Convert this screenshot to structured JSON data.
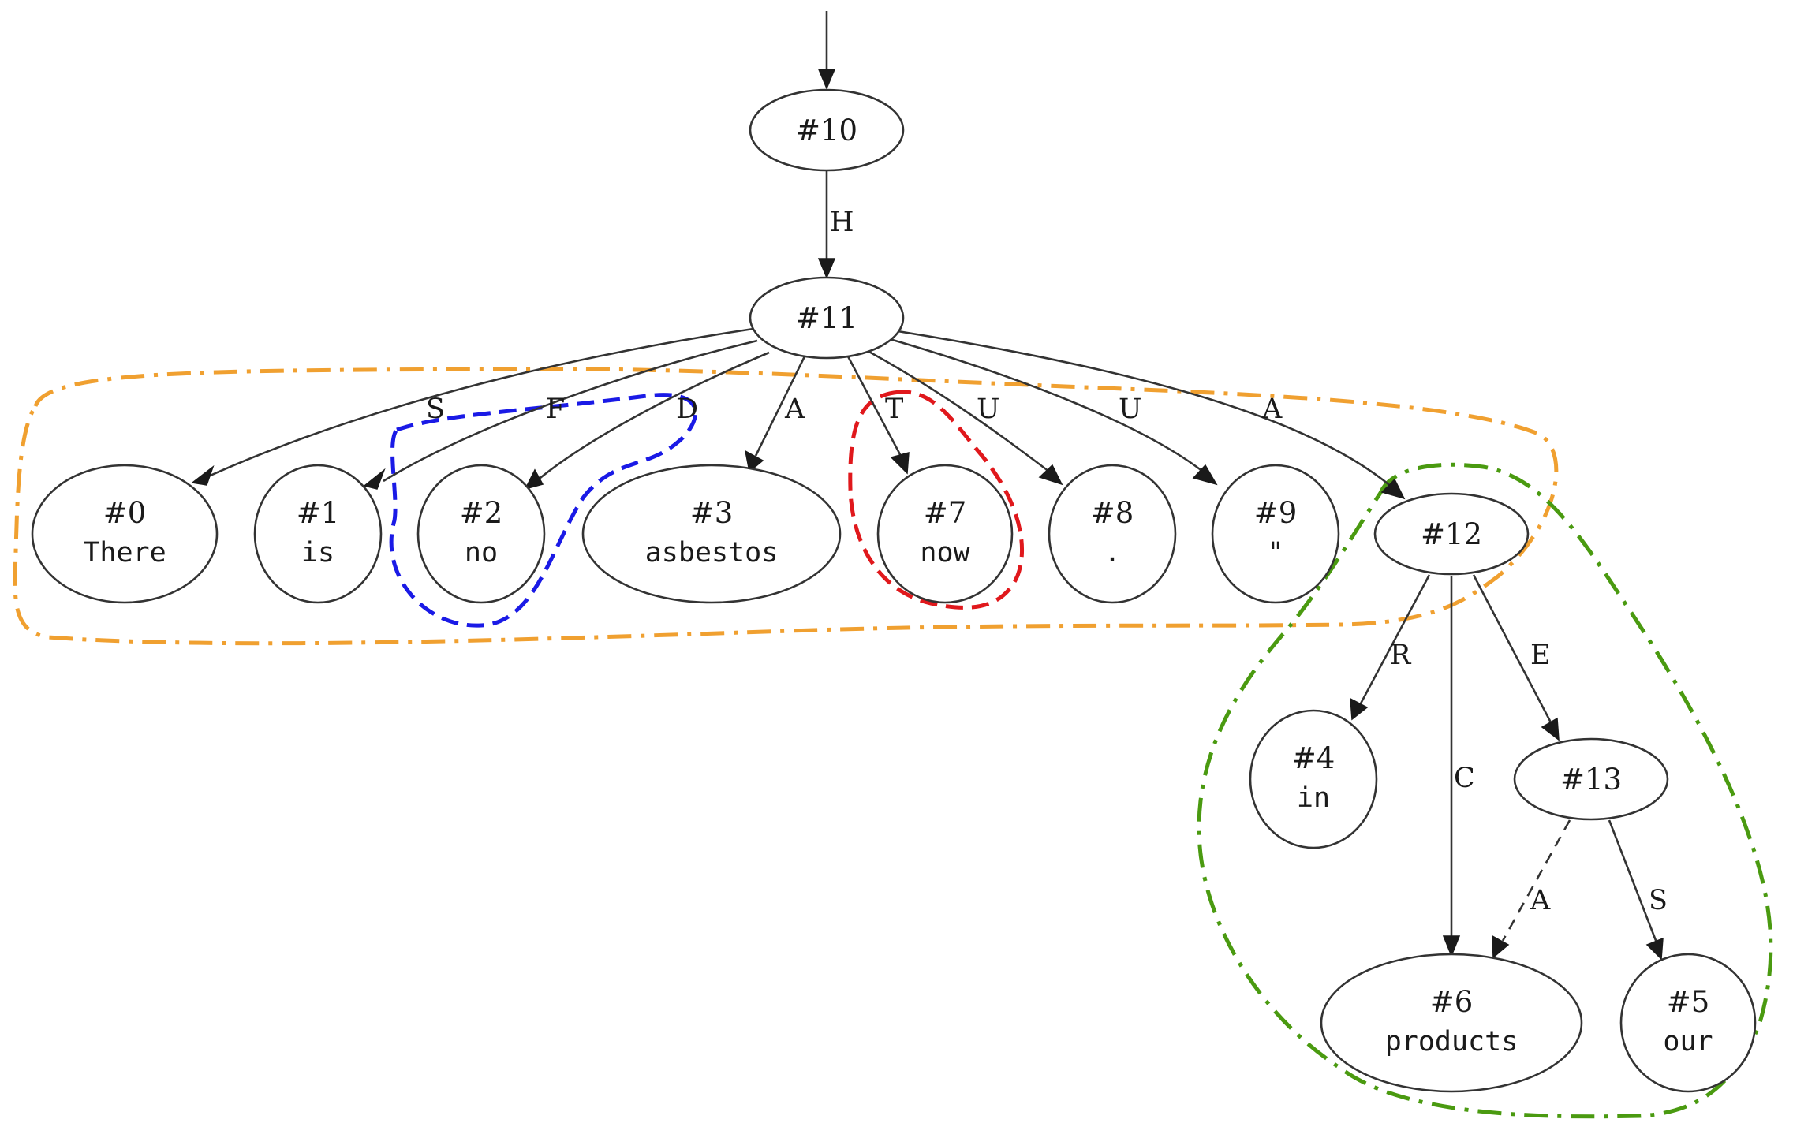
{
  "colors": {
    "node_stroke": "#333333",
    "hull_orange": "#f0a030",
    "hull_blue": "#1a1ae6",
    "hull_red": "#e0181c",
    "hull_green": "#4a9a10"
  },
  "nodes": [
    {
      "key": "n10",
      "id": "#10",
      "word": ""
    },
    {
      "key": "n11",
      "id": "#11",
      "word": ""
    },
    {
      "key": "n0",
      "id": "#0",
      "word": "There"
    },
    {
      "key": "n1",
      "id": "#1",
      "word": "is"
    },
    {
      "key": "n2",
      "id": "#2",
      "word": "no"
    },
    {
      "key": "n3",
      "id": "#3",
      "word": "asbestos"
    },
    {
      "key": "n7",
      "id": "#7",
      "word": "now"
    },
    {
      "key": "n8",
      "id": "#8",
      "word": "."
    },
    {
      "key": "n9",
      "id": "#9",
      "word": "\""
    },
    {
      "key": "n12",
      "id": "#12",
      "word": ""
    },
    {
      "key": "n4",
      "id": "#4",
      "word": "in"
    },
    {
      "key": "n13",
      "id": "#13",
      "word": ""
    },
    {
      "key": "n6",
      "id": "#6",
      "word": "products"
    },
    {
      "key": "n5",
      "id": "#5",
      "word": "our"
    }
  ],
  "edges": [
    {
      "key": "e-root-10",
      "from": "root",
      "to": "#10",
      "label": "",
      "style": "solid"
    },
    {
      "key": "e-10-11",
      "from": "#10",
      "to": "#11",
      "label": "H",
      "style": "solid"
    },
    {
      "key": "e-11-0",
      "from": "#11",
      "to": "#0",
      "label": "S",
      "style": "solid"
    },
    {
      "key": "e-11-1",
      "from": "#11",
      "to": "#1",
      "label": "F",
      "style": "solid"
    },
    {
      "key": "e-11-2",
      "from": "#11",
      "to": "#2",
      "label": "D",
      "style": "solid"
    },
    {
      "key": "e-11-3",
      "from": "#11",
      "to": "#3",
      "label": "A",
      "style": "solid"
    },
    {
      "key": "e-11-7",
      "from": "#11",
      "to": "#7",
      "label": "T",
      "style": "solid"
    },
    {
      "key": "e-11-8",
      "from": "#11",
      "to": "#8",
      "label": "U",
      "style": "solid"
    },
    {
      "key": "e-11-9",
      "from": "#11",
      "to": "#9",
      "label": "U",
      "style": "solid"
    },
    {
      "key": "e-11-12",
      "from": "#11",
      "to": "#12",
      "label": "A",
      "style": "solid"
    },
    {
      "key": "e-12-4",
      "from": "#12",
      "to": "#4",
      "label": "R",
      "style": "solid"
    },
    {
      "key": "e-12-6",
      "from": "#12",
      "to": "#6",
      "label": "C",
      "style": "solid"
    },
    {
      "key": "e-12-13",
      "from": "#12",
      "to": "#13",
      "label": "E",
      "style": "solid"
    },
    {
      "key": "e-13-6",
      "from": "#13",
      "to": "#6",
      "label": "A",
      "style": "dashed"
    },
    {
      "key": "e-13-5",
      "from": "#13",
      "to": "#5",
      "label": "S",
      "style": "solid"
    }
  ],
  "groups": [
    {
      "key": "orange",
      "color": "#f0a030",
      "style": "dash-dot",
      "members": [
        "#0",
        "#1",
        "#2",
        "#3",
        "#7",
        "#8",
        "#9",
        "#12"
      ]
    },
    {
      "key": "blue",
      "color": "#1a1ae6",
      "style": "dashed",
      "members": [
        "#2"
      ]
    },
    {
      "key": "red",
      "color": "#e0181c",
      "style": "dashed",
      "members": [
        "#7"
      ]
    },
    {
      "key": "green",
      "color": "#4a9a10",
      "style": "dash-dot",
      "members": [
        "#12",
        "#4",
        "#13",
        "#6",
        "#5"
      ]
    }
  ]
}
